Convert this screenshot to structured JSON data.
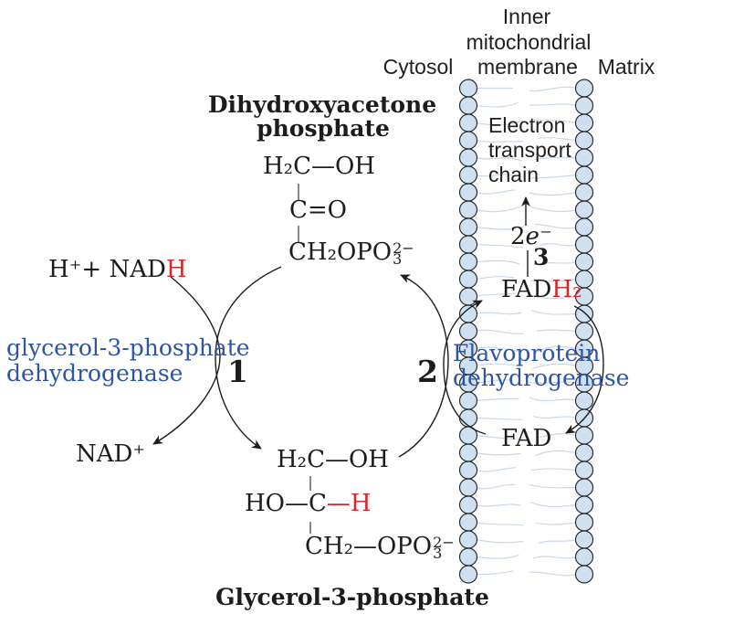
{
  "labels": {
    "inner": "Inner",
    "mitochondrial": "mitochondrial",
    "membrane": "membrane",
    "cytosol": "Cytosol",
    "matrix": "Matrix"
  },
  "etc": {
    "line1": "Electron",
    "line2": "transport",
    "line3": "chain"
  },
  "electrons": {
    "coeff": "2",
    "symbol": "e",
    "charge": "⁻"
  },
  "steps": {
    "step1": "1",
    "step2": "2",
    "step3": "3"
  },
  "dhap": {
    "title_line1": "Dihydroxyacetone",
    "title_line2": "phosphate",
    "row1": "H₂C—OH",
    "row2": "C=O",
    "row3_main": "CH₂OPO",
    "row3_sup": "2−",
    "row3_sub": "3"
  },
  "g3p": {
    "row1": "H₂C—OH",
    "row2_black": "HO—C",
    "row2_red": "—H",
    "row3_main": "CH₂—OPO",
    "row3_sup": "2−",
    "row3_sub": "3",
    "title": "Glycerol-3-phosphate"
  },
  "enzymes": {
    "cytosolic_line1": "glycerol-3-phosphate",
    "cytosolic_line2": "dehydrogenase",
    "flavoprotein_line1": "Flavoprotein",
    "flavoprotein_line2": "dehydrogenase"
  },
  "cofactors": {
    "nadh_prefix": "H⁺+ NAD",
    "nadh_h": "H",
    "nad": "NAD⁺",
    "fad": "FAD",
    "fadh2_prefix": "FAD",
    "fadh2_h2": "H₂"
  },
  "colors": {
    "ink": "#1c1c1c",
    "red": "#cf2b2e",
    "blue": "#2e55a4",
    "membrane_head_fill": "#cfe1f0",
    "membrane_head_stroke": "#2b2b2b",
    "membrane_tail": "#c9d9e7"
  }
}
